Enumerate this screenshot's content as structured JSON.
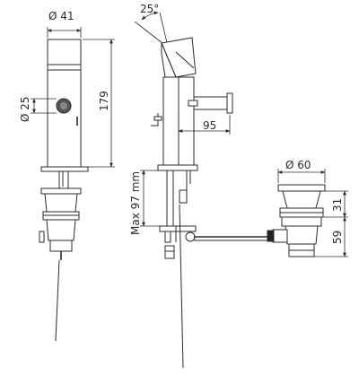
{
  "labels": {
    "diam_41": "Ø 41",
    "angle_25": "25°",
    "diam_25": "Ø 25",
    "height_179": "179",
    "reach_95": "95",
    "max_97": "Max 97 mm",
    "diam_60": "Ø 60",
    "height_31": "31",
    "height_59": "59"
  },
  "colors": {
    "line": "#2b2b2b",
    "background": "#ffffff",
    "aerator": "#555555",
    "connector": "#222222"
  }
}
